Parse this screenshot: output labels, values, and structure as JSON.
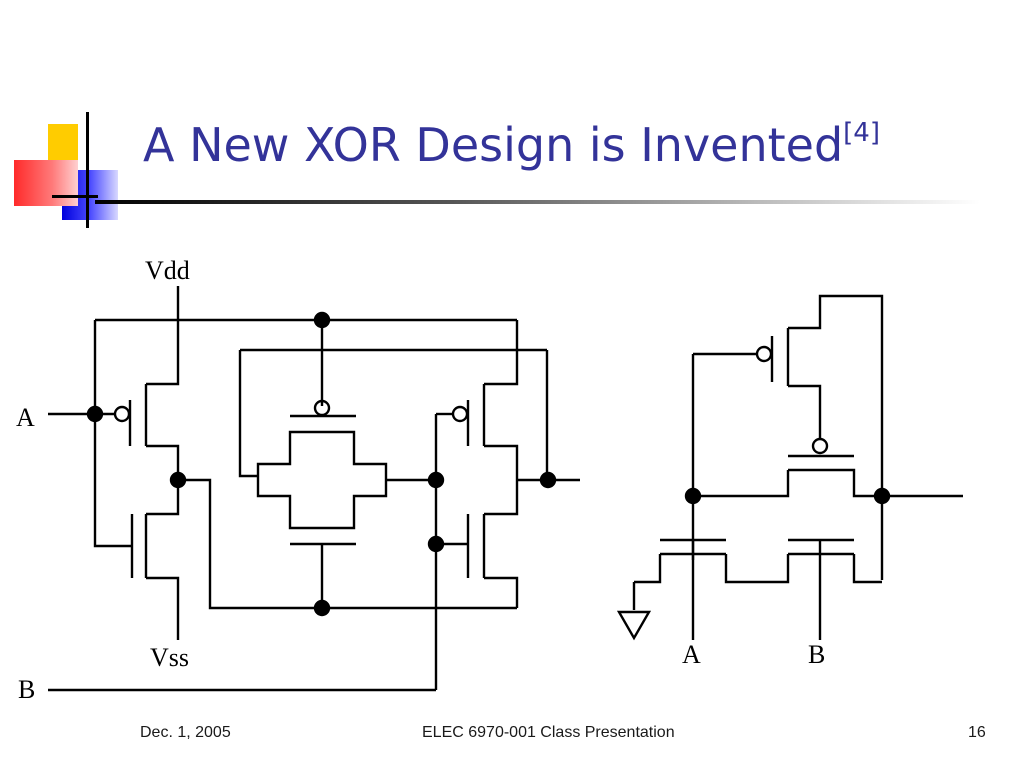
{
  "slide": {
    "title": "A New XOR Design is Invented",
    "citation": "[4]",
    "accent_color": "#333399"
  },
  "diagram": {
    "labels": {
      "vdd": "Vdd",
      "vss": "Vss",
      "a_left": "A",
      "b_left": "B",
      "a_right": "A",
      "b_right": "B"
    }
  },
  "footer": {
    "date": "Dec. 1, 2005",
    "course": "ELEC 6970-001 Class Presentation",
    "page": "16"
  }
}
